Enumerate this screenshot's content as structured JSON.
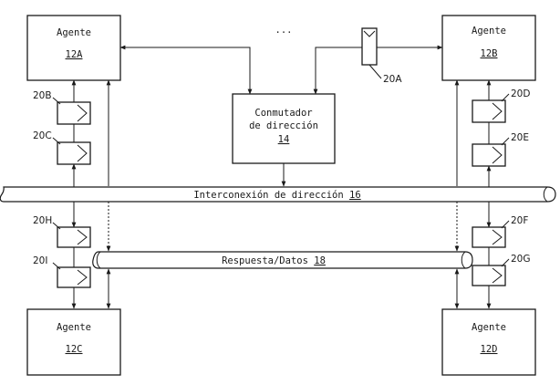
{
  "agents": [
    {
      "title": "Agente",
      "ref": "12A"
    },
    {
      "title": "Agente",
      "ref": "12B"
    },
    {
      "title": "Agente",
      "ref": "12C"
    },
    {
      "title": "Agente",
      "ref": "12D"
    }
  ],
  "switch": {
    "line1": "Conmutador",
    "line2": "de dirección",
    "ref": "14"
  },
  "address_bus": {
    "label": "Interconexión de dirección",
    "ref": "16"
  },
  "response_bus": {
    "label": "Respuesta/Datos",
    "ref": "18"
  },
  "ellipsis": "...",
  "ports": [
    "20A",
    "20B",
    "20C",
    "20D",
    "20E",
    "20F",
    "20G",
    "20H",
    "20I"
  ],
  "colors": {
    "ink": "#1a1a1a",
    "paper": "#ffffff"
  }
}
